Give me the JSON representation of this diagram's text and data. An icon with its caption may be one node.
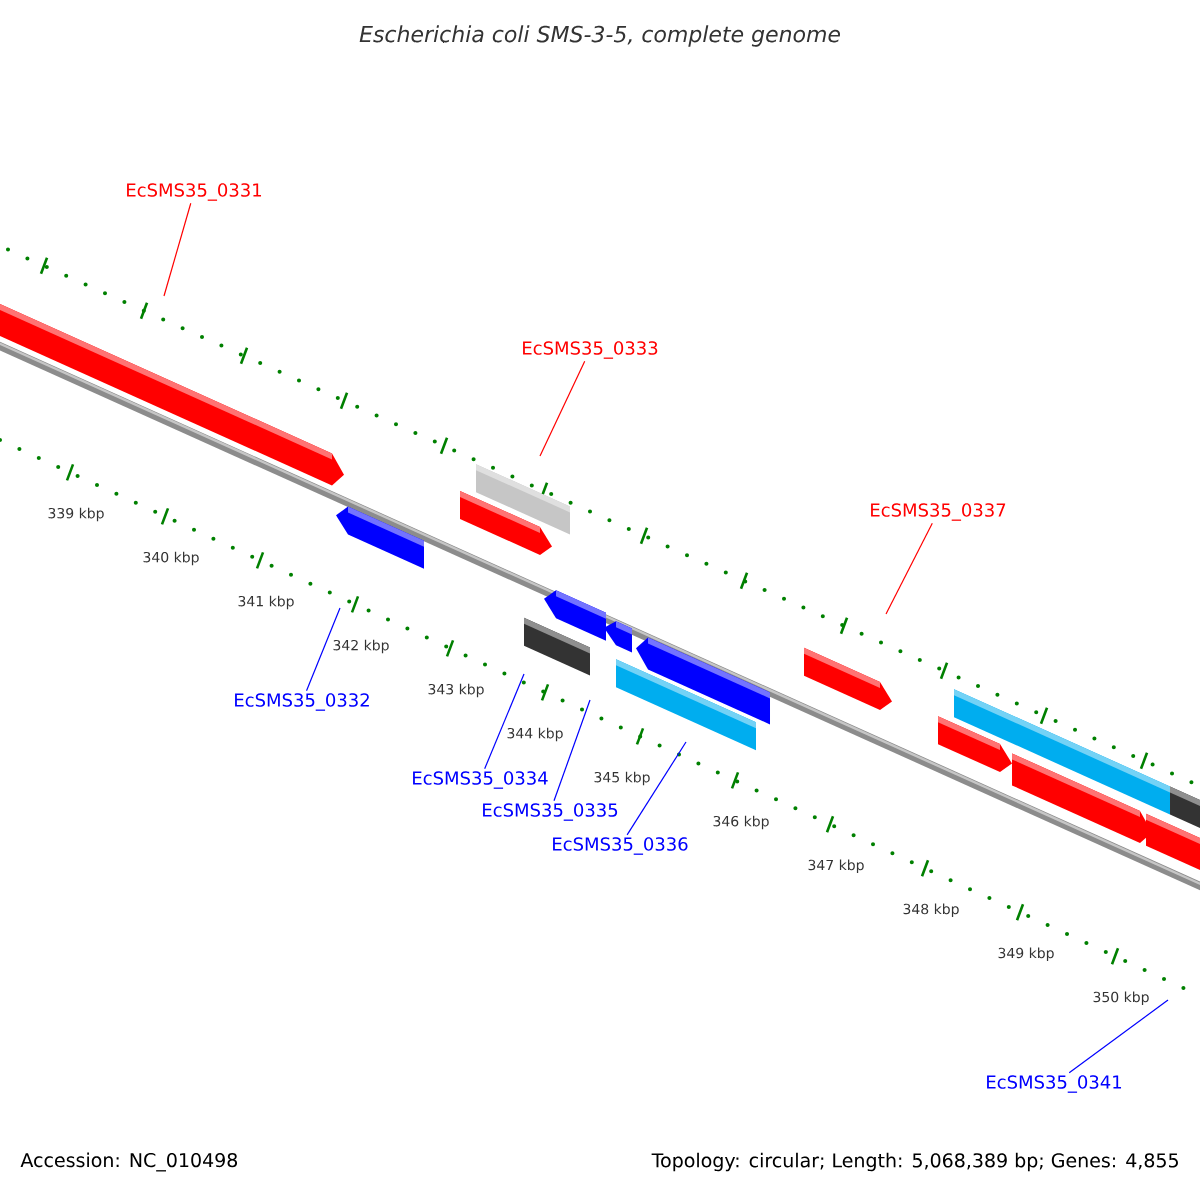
{
  "diagram": {
    "title": "Escherichia coli SMS-3-5, complete genome",
    "nodes": [
      {
        "text": [
          "EcSMS35_0331"
        ]
      },
      {
        "text": [
          "EcSMS35_0333"
        ]
      },
      {
        "text": [
          "EcSMS35_0337"
        ]
      },
      {
        "text": [
          "EcSMS35_0332"
        ]
      },
      {
        "text": [
          "EcSMS35_0334"
        ]
      },
      {
        "text": [
          "EcSMS35_0335"
        ]
      },
      {
        "text": [
          "EcSMS35_0336"
        ]
      },
      {
        "text": [
          "EcSMS35_0341"
        ]
      }
    ],
    "edges": [
      {
        "from": 0,
        "to": null,
        "arrow": "none",
        "color": "#ff0000"
      },
      {
        "from": 1,
        "to": null,
        "arrow": "none",
        "color": "#ff0000"
      },
      {
        "from": 2,
        "to": null,
        "arrow": "none",
        "color": "#ff0000"
      },
      {
        "from": 3,
        "to": null,
        "arrow": "none"
      },
      {
        "from": 4,
        "to": null,
        "arrow": "none"
      },
      {
        "from": 5,
        "to": null,
        "arrow": "none"
      },
      {
        "from": 6,
        "to": null,
        "arrow": "none"
      },
      {
        "from": 7,
        "to": null,
        "arrow": "none"
      }
    ],
    "labels": [
      "339 kbp",
      "340 kbp",
      "341 kbp",
      "342 kbp",
      "343 kbp",
      "344 kbp",
      "345 kbp",
      "346 kbp",
      "347 kbp",
      "348 kbp",
      "349 kbp",
      "350 kbp",
      "Accession: NC_010498",
      "Topology: circular; Length: 5,068,389 bp; Genes: 4,855"
    ]
  }
}
